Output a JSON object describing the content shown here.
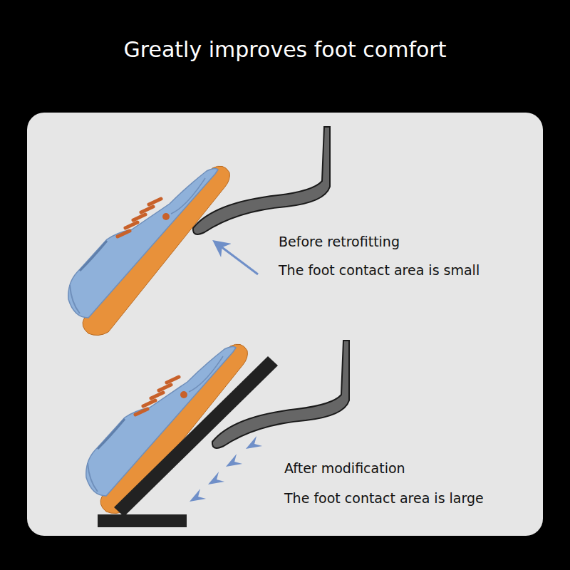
{
  "diagram": {
    "title": "Greatly improves foot comfort",
    "nodes": [
      {
        "text": [
          "Before retrofitting",
          "The foot contact area is small",
          "After modification",
          "The foot contact area is large"
        ]
      }
    ]
  }
}
